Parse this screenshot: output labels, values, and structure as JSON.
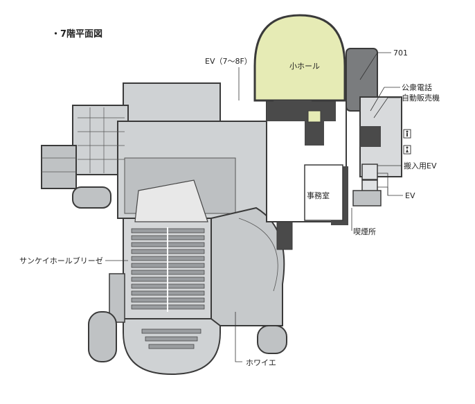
{
  "title": "・7階平面図",
  "labels": {
    "small_hall": "小ホール",
    "ev_7_8f": "EV（7〜8F）",
    "room_701": "701",
    "public_phone": "公衆電話",
    "vending_machine": "自動販売機",
    "office": "事務室",
    "loading_ev": "搬入用EV",
    "ev": "EV",
    "smoking_room": "喫煙所",
    "sankei_hall": "サンケイホールブリーゼ",
    "foyer": "ホワイエ"
  },
  "restroom_icons": [
    "male-restroom-icon",
    "female-restroom-icon"
  ],
  "colors": {
    "small_hall_fill": "#e6ebb5",
    "floor_gray": "#c9ccce",
    "dark_fill": "#4a4a4a",
    "wall": "#3a3a3a"
  }
}
